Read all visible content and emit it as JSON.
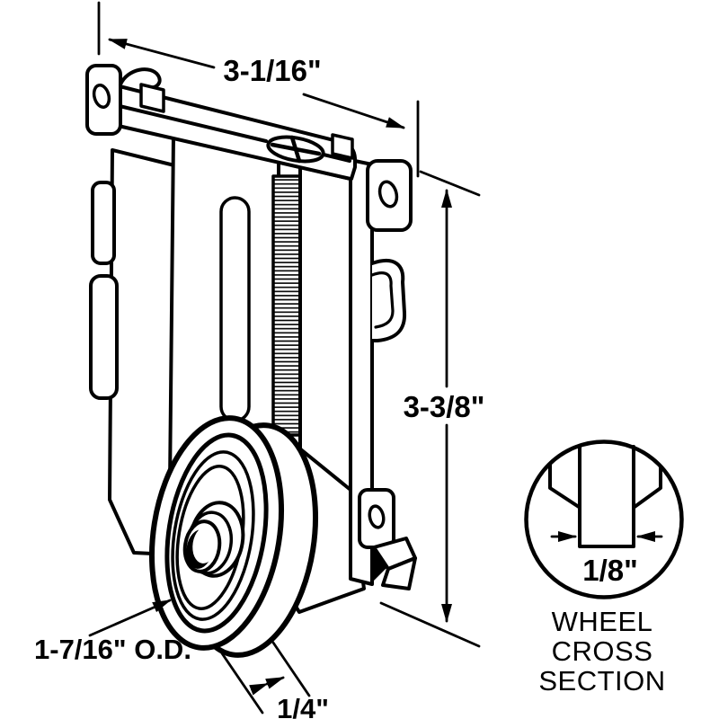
{
  "drawing": {
    "type": "technical-line-drawing",
    "subject": "sliding door roller assembly",
    "colors": {
      "line": "#000000",
      "background": "#ffffff"
    },
    "dimensions": {
      "width": "3-1/16\"",
      "height": "3-3/8\"",
      "wheel_od": "1-7/16\" O.D.",
      "wheel_thickness": "1/4\""
    },
    "detail": {
      "dimension": "1/8\"",
      "caption_lines": [
        "WHEEL",
        "CROSS",
        "SECTION"
      ]
    }
  }
}
